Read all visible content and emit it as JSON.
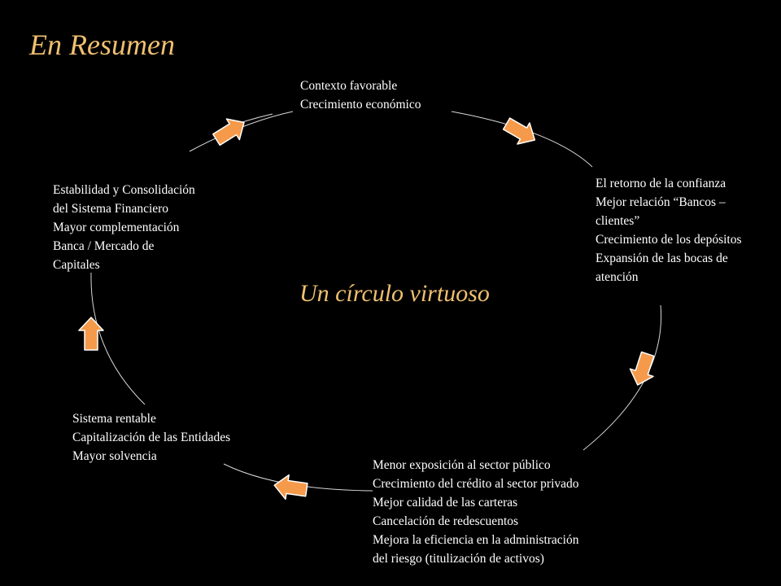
{
  "title": "En Resumen",
  "center_label": "Un círculo virtuoso",
  "nodes": [
    {
      "lines": [
        "Contexto favorable",
        "Crecimiento económico"
      ]
    },
    {
      "lines": [
        "El retorno de la confianza",
        "Mejor relación “Bancos –",
        "clientes”",
        "Crecimiento de los depósitos",
        "Expansión de las bocas de",
        "atención"
      ]
    },
    {
      "lines": [
        "Menor exposición al sector público",
        "Crecimiento del crédito al sector privado",
        "Mejor calidad de las carteras",
        "Cancelación de redescuentos",
        "Mejora la eficiencia en la administración",
        "del riesgo (titulización de activos)"
      ]
    },
    {
      "lines": [
        "Sistema rentable",
        "Capitalización de las Entidades",
        "Mayor solvencia"
      ]
    },
    {
      "lines": [
        "Estabilidad y Consolidación",
        "del Sistema Financiero",
        "Mayor complementación",
        "Banca / Mercado de",
        "Capitales"
      ]
    }
  ],
  "colors": {
    "background": "#000000",
    "title": "#f0c070",
    "text": "#ffffff",
    "arrow_fill": "#f59a4a",
    "arrow_stroke": "#ffffff",
    "curve": "#d8d8d8"
  },
  "icons": {
    "arrow": "block-arrow-icon"
  }
}
